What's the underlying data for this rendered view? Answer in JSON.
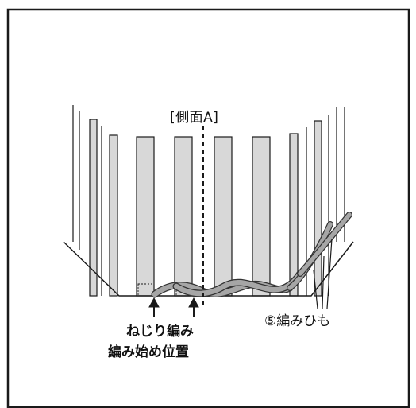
{
  "diagram": {
    "side_label": "[側面A]",
    "start_label_line1": "ねじり編み",
    "start_label_line2": "編み始め位置",
    "strip_label": "⑤編みひも"
  },
  "colors": {
    "frame": "#1a1a1a",
    "stake_fill": "#d8d8d8",
    "weave_strand": "#a6a6a6",
    "weave_outline": "#333333",
    "background": "#ffffff"
  }
}
